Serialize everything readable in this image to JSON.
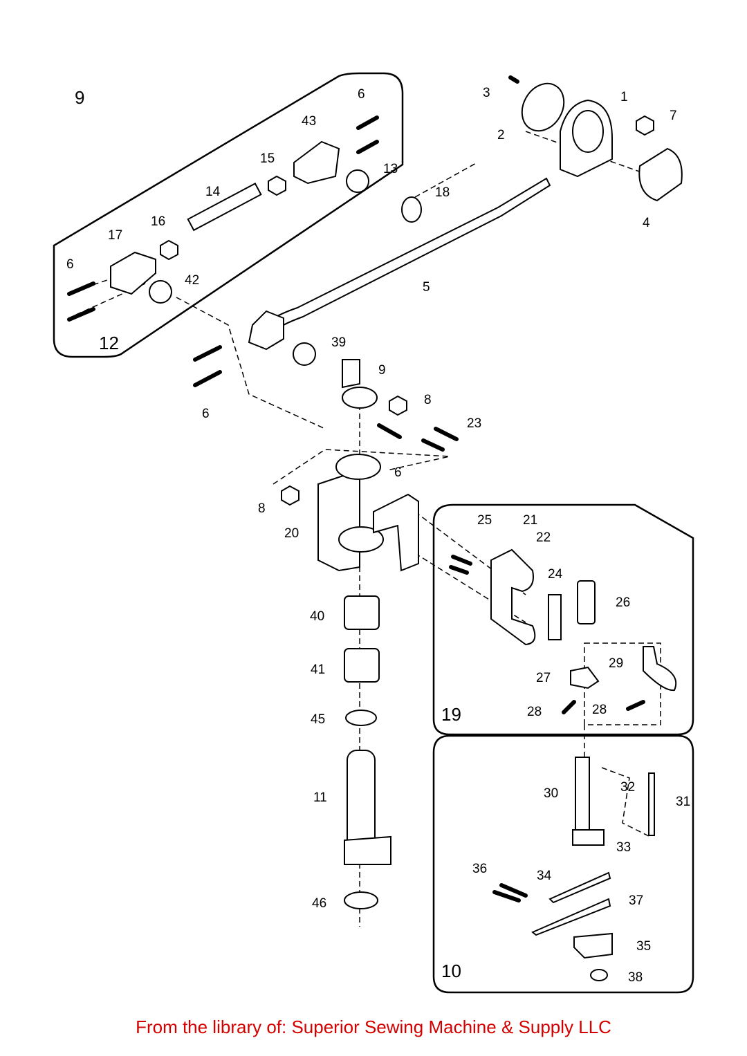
{
  "diagram": {
    "group_labels": [
      "9",
      "12",
      "19",
      "10"
    ],
    "part_labels": [
      "6",
      "43",
      "3",
      "1",
      "7",
      "2",
      "15",
      "13",
      "18",
      "14",
      "4",
      "16",
      "17",
      "6",
      "42",
      "5",
      "39",
      "9",
      "8",
      "6",
      "23",
      "6",
      "8",
      "25",
      "21",
      "22",
      "20",
      "24",
      "26",
      "40",
      "29",
      "41",
      "27",
      "28",
      "28",
      "45",
      "30",
      "32",
      "31",
      "11",
      "33",
      "36",
      "34",
      "37",
      "46",
      "35",
      "38"
    ]
  },
  "footer": {
    "text": "From the library of: Superior Sewing Machine & Supply LLC",
    "color": "#d40000"
  }
}
